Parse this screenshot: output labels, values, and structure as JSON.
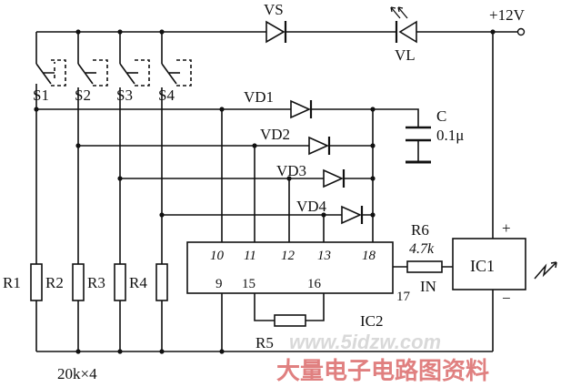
{
  "supply": {
    "label": "+12V"
  },
  "indicators": {
    "vs": "VS",
    "vl": "VL"
  },
  "switches": [
    "S1",
    "S2",
    "S3",
    "S4"
  ],
  "resistors": [
    "R1",
    "R2",
    "R3",
    "R4"
  ],
  "resistor_value": "20k×4",
  "diodes": [
    "VD1",
    "VD2",
    "VD3",
    "VD4"
  ],
  "capacitor": {
    "name": "C",
    "value": "0.1μ"
  },
  "ic2": {
    "name": "IC2",
    "pins_top": [
      "10",
      "11",
      "12",
      "13",
      "18"
    ],
    "pins_bottom": [
      "9",
      "15",
      "16"
    ],
    "pin_17": "17"
  },
  "r5": "R5",
  "r6": {
    "name": "R6",
    "value": "4.7k"
  },
  "ic1": {
    "name": "IC1",
    "in": "IN",
    "plus": "+",
    "minus": "−"
  },
  "watermark": {
    "url": "www.5idzw.com",
    "title": "大量电子电路图资料"
  },
  "colors": {
    "line": "#111111",
    "watermark_url": "#d9d9d9",
    "watermark_title": "#e08080"
  }
}
